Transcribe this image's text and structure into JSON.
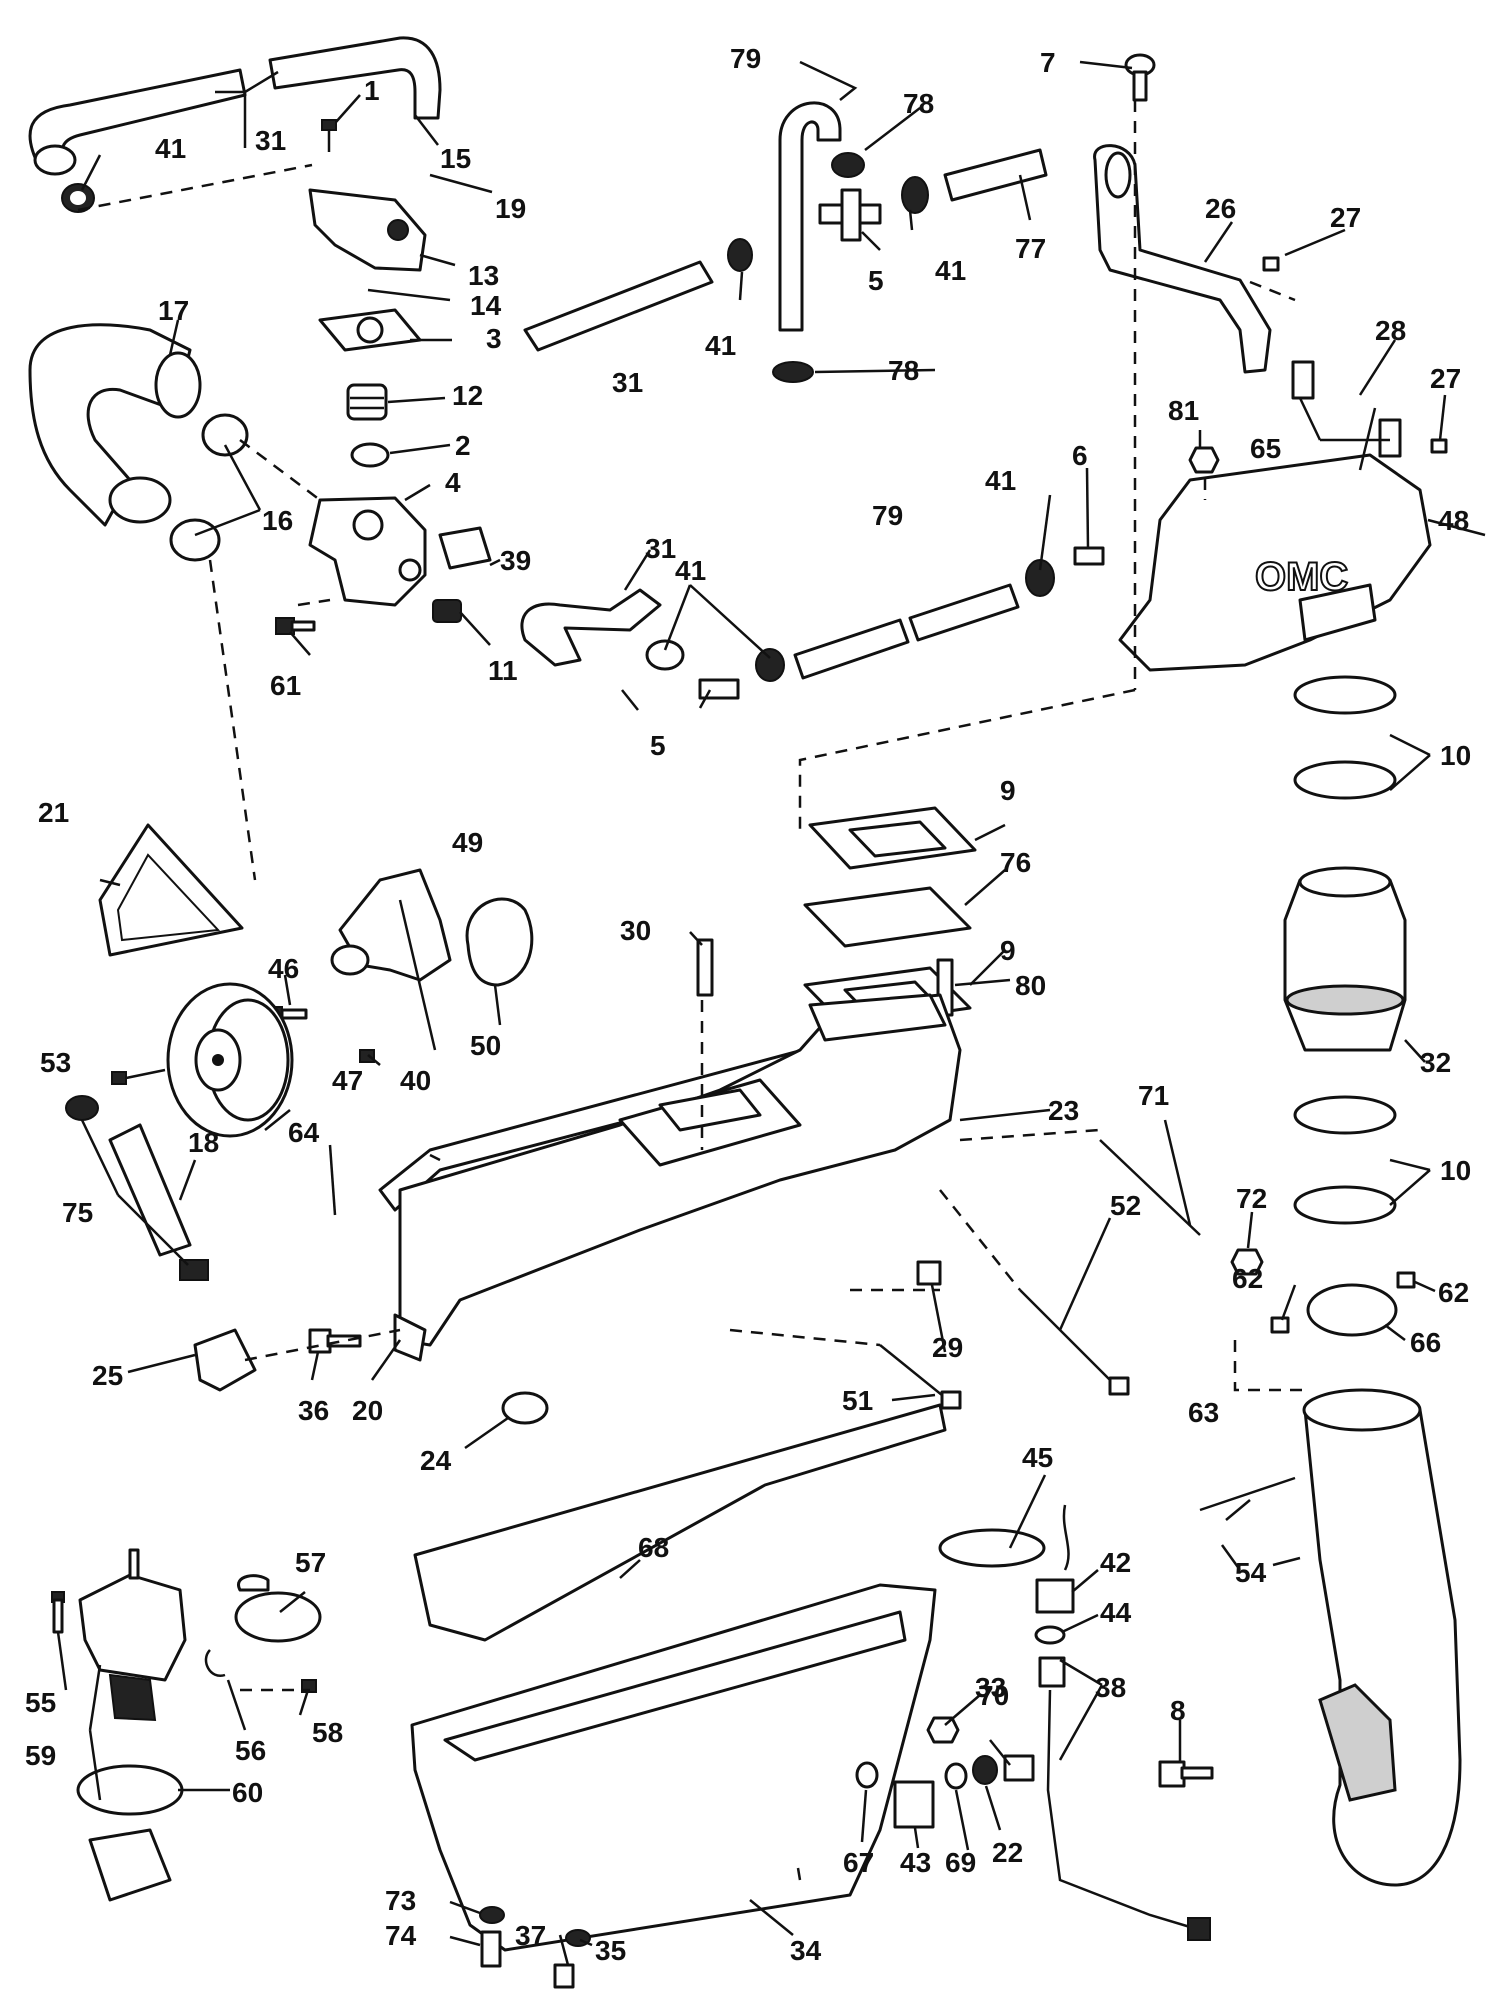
{
  "diagram": {
    "brand_text": "OMC",
    "callouts": [
      {
        "id": "c1",
        "label": "1"
      },
      {
        "id": "c2",
        "label": "2"
      },
      {
        "id": "c3",
        "label": "3"
      },
      {
        "id": "c4",
        "label": "4"
      },
      {
        "id": "c5a",
        "label": "5"
      },
      {
        "id": "c5b",
        "label": "5"
      },
      {
        "id": "c6",
        "label": "6"
      },
      {
        "id": "c7",
        "label": "7"
      },
      {
        "id": "c8",
        "label": "8"
      },
      {
        "id": "c9a",
        "label": "9"
      },
      {
        "id": "c9b",
        "label": "9"
      },
      {
        "id": "c10a",
        "label": "10"
      },
      {
        "id": "c10b",
        "label": "10"
      },
      {
        "id": "c11",
        "label": "11"
      },
      {
        "id": "c12",
        "label": "12"
      },
      {
        "id": "c13",
        "label": "13"
      },
      {
        "id": "c14",
        "label": "14"
      },
      {
        "id": "c15",
        "label": "15"
      },
      {
        "id": "c16",
        "label": "16"
      },
      {
        "id": "c17",
        "label": "17"
      },
      {
        "id": "c18",
        "label": "18"
      },
      {
        "id": "c19",
        "label": "19"
      },
      {
        "id": "c20",
        "label": "20"
      },
      {
        "id": "c21",
        "label": "21"
      },
      {
        "id": "c22",
        "label": "22"
      },
      {
        "id": "c23",
        "label": "23"
      },
      {
        "id": "c24",
        "label": "24"
      },
      {
        "id": "c25",
        "label": "25"
      },
      {
        "id": "c26",
        "label": "26"
      },
      {
        "id": "c27a",
        "label": "27"
      },
      {
        "id": "c27b",
        "label": "27"
      },
      {
        "id": "c28",
        "label": "28"
      },
      {
        "id": "c29",
        "label": "29"
      },
      {
        "id": "c30",
        "label": "30"
      },
      {
        "id": "c31a",
        "label": "31"
      },
      {
        "id": "c31b",
        "label": "31"
      },
      {
        "id": "c31c",
        "label": "31"
      },
      {
        "id": "c32",
        "label": "32"
      },
      {
        "id": "c33",
        "label": "33"
      },
      {
        "id": "c34",
        "label": "34"
      },
      {
        "id": "c35",
        "label": "35"
      },
      {
        "id": "c36",
        "label": "36"
      },
      {
        "id": "c37",
        "label": "37"
      },
      {
        "id": "c38",
        "label": "38"
      },
      {
        "id": "c39",
        "label": "39"
      },
      {
        "id": "c40",
        "label": "40"
      },
      {
        "id": "c41a",
        "label": "41"
      },
      {
        "id": "c41b",
        "label": "41"
      },
      {
        "id": "c41c",
        "label": "41"
      },
      {
        "id": "c41d",
        "label": "41"
      },
      {
        "id": "c41e",
        "label": "41"
      },
      {
        "id": "c42",
        "label": "42"
      },
      {
        "id": "c43",
        "label": "43"
      },
      {
        "id": "c44",
        "label": "44"
      },
      {
        "id": "c45",
        "label": "45"
      },
      {
        "id": "c46",
        "label": "46"
      },
      {
        "id": "c47",
        "label": "47"
      },
      {
        "id": "c48",
        "label": "48"
      },
      {
        "id": "c49",
        "label": "49"
      },
      {
        "id": "c50",
        "label": "50"
      },
      {
        "id": "c51",
        "label": "51"
      },
      {
        "id": "c52",
        "label": "52"
      },
      {
        "id": "c53",
        "label": "53"
      },
      {
        "id": "c54",
        "label": "54"
      },
      {
        "id": "c55",
        "label": "55"
      },
      {
        "id": "c56",
        "label": "56"
      },
      {
        "id": "c57",
        "label": "57"
      },
      {
        "id": "c58",
        "label": "58"
      },
      {
        "id": "c59",
        "label": "59"
      },
      {
        "id": "c60",
        "label": "60"
      },
      {
        "id": "c61",
        "label": "61"
      },
      {
        "id": "c62a",
        "label": "62"
      },
      {
        "id": "c62b",
        "label": "62"
      },
      {
        "id": "c63",
        "label": "63"
      },
      {
        "id": "c64",
        "label": "64"
      },
      {
        "id": "c65",
        "label": "65"
      },
      {
        "id": "c66",
        "label": "66"
      },
      {
        "id": "c67",
        "label": "67"
      },
      {
        "id": "c68",
        "label": "68"
      },
      {
        "id": "c69",
        "label": "69"
      },
      {
        "id": "c70",
        "label": "70"
      },
      {
        "id": "c71",
        "label": "71"
      },
      {
        "id": "c72",
        "label": "72"
      },
      {
        "id": "c73",
        "label": "73"
      },
      {
        "id": "c74",
        "label": "74"
      },
      {
        "id": "c75",
        "label": "75"
      },
      {
        "id": "c76",
        "label": "76"
      },
      {
        "id": "c77",
        "label": "77"
      },
      {
        "id": "c78a",
        "label": "78"
      },
      {
        "id": "c78b",
        "label": "78"
      },
      {
        "id": "c79a",
        "label": "79"
      },
      {
        "id": "c79b",
        "label": "79"
      },
      {
        "id": "c80",
        "label": "80"
      },
      {
        "id": "c81",
        "label": "81"
      }
    ]
  }
}
